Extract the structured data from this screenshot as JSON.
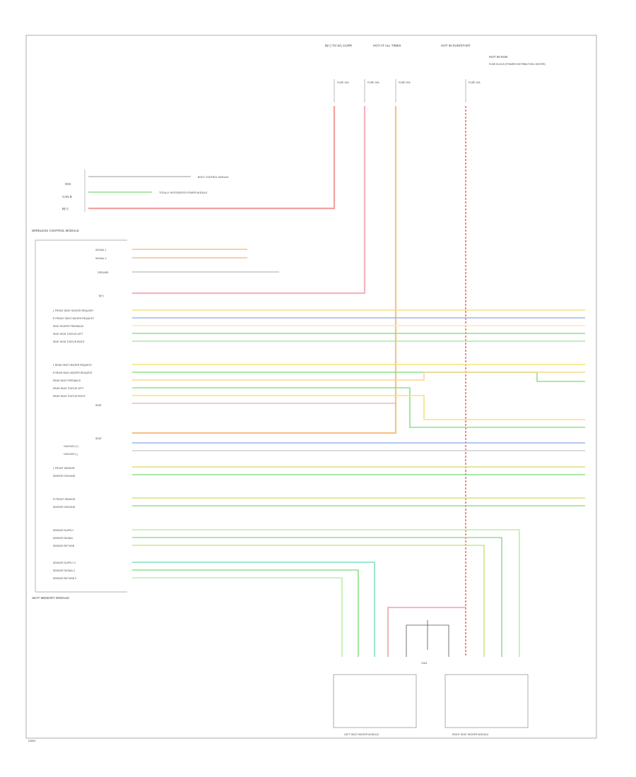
{
  "colors": {
    "red": "#f4a0a0",
    "red_dark": "#e07070",
    "orange": "#f7c18a",
    "yellow": "#f5e27a",
    "blue": "#9fb3ee",
    "green": "#8fe08a",
    "lightgreen": "#b9f0a5",
    "frame": "#999999",
    "text": "#444444"
  },
  "top_connectors": [
    {
      "id": "c1",
      "label": "B(+) TO S/L CURR"
    },
    {
      "id": "c2",
      "label": "HOT AT ALL TIMES"
    },
    {
      "id": "c3",
      "label": "HOT IN RUN/START"
    },
    {
      "id": "c4",
      "label": "HOT IN RUN"
    }
  ],
  "top_note": "FUSE BLOCK (POWER DISTRIBUTION CENTER)",
  "fuse_labels": [
    "FUSE 10A",
    "FUSE 15A",
    "FUSE 20A",
    "FUSE 10A"
  ],
  "upper_left_labels": [
    "IGN",
    "CAN B",
    "B(+)"
  ],
  "upper_left_notes": [
    "BODY CONTROL MODULE",
    "TOTALLY INTEGRATED POWER MODULE"
  ],
  "section_title": "WIRELESS CONTROL MODULE",
  "bottom_section_title": "SEAT MEMORY MODULE",
  "group_a": [
    "SIGNAL 1",
    "SIGNAL 2"
  ],
  "group_b": [
    "GROUND"
  ],
  "group_c": [
    "B(+)"
  ],
  "group1": [
    "L FRONT SEAT HEATER REQUEST",
    "R FRONT SEAT HEATER REQUEST",
    "SEAT HEATER FEEDBACK",
    "SEAT HEAT STATUS LEFT",
    "SEAT HEAT STATUS RIGHT"
  ],
  "group2": [
    "L REAR SEAT HEATER REQUEST",
    "R REAR SEAT HEATER REQUEST",
    "REAR SEAT FEEDBACK",
    "REAR HEAT STATUS LEFT",
    "REAR HEAT STATUS RIGHT",
    "SEAT"
  ],
  "group3": [
    "SEAT",
    "CAN BUS (+)",
    "CAN BUS (-)"
  ],
  "group4": [
    "L FRONT SENSOR",
    "SENSOR GROUND"
  ],
  "group5": [
    "R FRONT SENSOR",
    "SENSOR GROUND"
  ],
  "group6": [
    "SENSOR SUPPLY",
    "SENSOR SIGNAL",
    "SENSOR RETURN"
  ],
  "group7": [
    "SENSOR SUPPLY 2",
    "SENSOR SIGNAL 2",
    "SENSOR RETURN 2"
  ],
  "bottom_modules": [
    {
      "id": "left",
      "title": "LEFT SEAT HEATER MODULE"
    },
    {
      "id": "right",
      "title": "RIGHT SEAT HEATER MODULE"
    }
  ],
  "ground_label": "G301",
  "footer_code": "D3004"
}
